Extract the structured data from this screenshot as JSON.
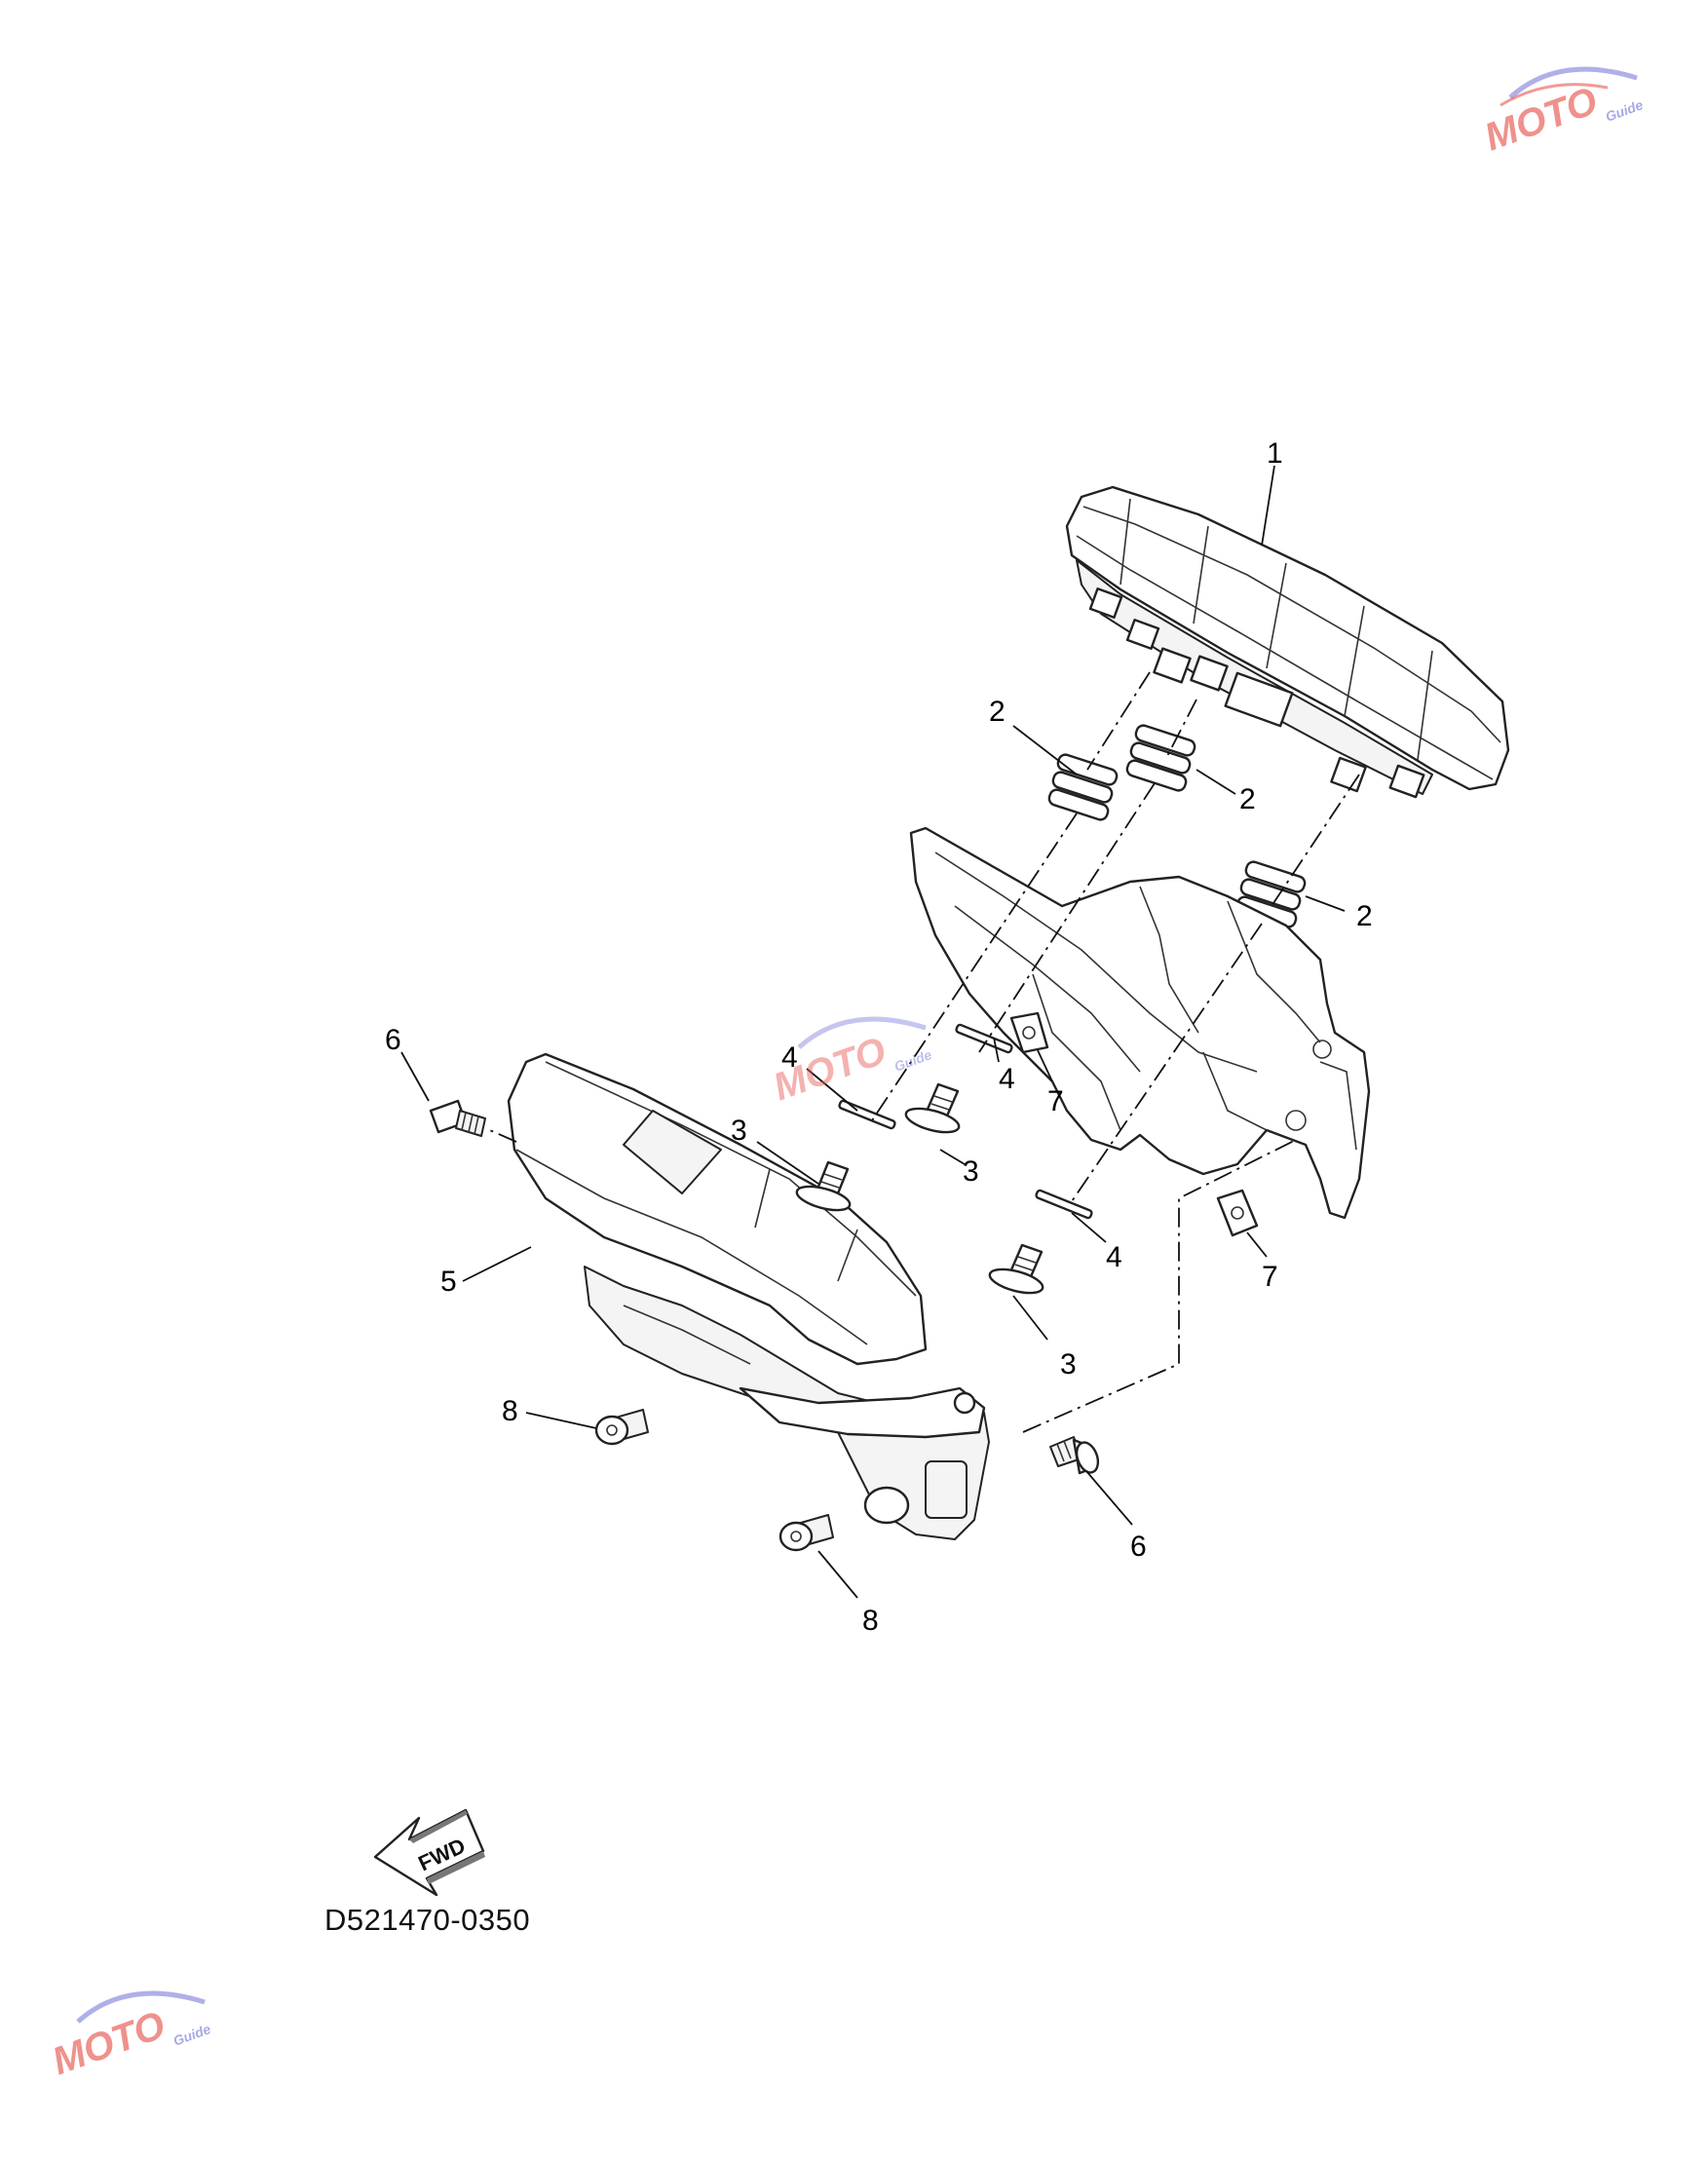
{
  "diagram": {
    "code": "D521470-0350",
    "fwd_label": "FWD",
    "callouts": {
      "c1": "1",
      "c2a": "2",
      "c2b": "2",
      "c2c": "2",
      "c3a": "3",
      "c3b": "3",
      "c3c": "3",
      "c4a": "4",
      "c4b": "4",
      "c4c": "4",
      "c5": "5",
      "c6a": "6",
      "c6b": "6",
      "c7a": "7",
      "c7b": "7",
      "c8a": "8",
      "c8b": "8"
    }
  },
  "watermark": {
    "logo_text": "MOTO",
    "logo_sub": "Guide",
    "colors": {
      "primary": "#e8574f",
      "secondary": "#6e6fd6"
    }
  }
}
